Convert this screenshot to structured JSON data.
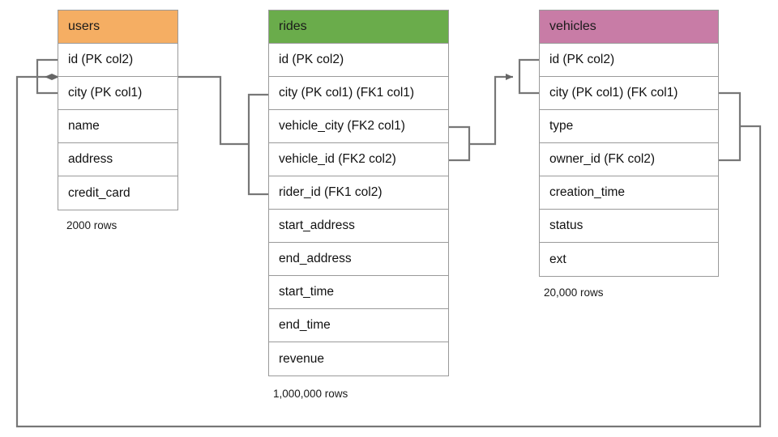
{
  "diagram": {
    "title": "database-schema-er-diagram",
    "type": "entity-relationship-diagram",
    "colors": {
      "users_header": "#F5AE63",
      "rides_header": "#6AAC4B",
      "vehicles_header": "#C87CA6",
      "border": "#9a9a9a",
      "connector": "#777777",
      "background": "#ffffff"
    }
  },
  "tables": [
    {
      "name": "users",
      "header_color": "#F5AE63",
      "row_count_label": "2000 rows",
      "columns": [
        {
          "label": "id (PK col2)"
        },
        {
          "label": "city (PK col1)"
        },
        {
          "label": "name"
        },
        {
          "label": "address"
        },
        {
          "label": "credit_card"
        }
      ]
    },
    {
      "name": "rides",
      "header_color": "#6AAC4B",
      "row_count_label": "1,000,000 rows",
      "columns": [
        {
          "label": "id (PK col2)"
        },
        {
          "label": "city (PK col1) (FK1 col1)"
        },
        {
          "label": "vehicle_city (FK2 col1)"
        },
        {
          "label": "vehicle_id (FK2 col2)"
        },
        {
          "label": "rider_id (FK1 col2)"
        },
        {
          "label": "start_address"
        },
        {
          "label": "end_address"
        },
        {
          "label": "start_time"
        },
        {
          "label": "end_time"
        },
        {
          "label": "revenue"
        }
      ]
    },
    {
      "name": "vehicles",
      "header_color": "#C87CA6",
      "row_count_label": "20,000 rows",
      "columns": [
        {
          "label": "id (PK col2)"
        },
        {
          "label": "city (PK col1) (FK col1)"
        },
        {
          "label": "type"
        },
        {
          "label": "owner_id (FK col2)"
        },
        {
          "label": "creation_time"
        },
        {
          "label": "status"
        },
        {
          "label": "ext"
        }
      ]
    }
  ],
  "relationships": [
    {
      "name": "rides-FK1-to-users",
      "from_table": "rides",
      "from_columns": [
        "city (PK col1) (FK1 col1)",
        "rider_id (FK1 col2)"
      ],
      "to_table": "users",
      "to_columns": [
        "id (PK col2)",
        "city (PK col1)"
      ],
      "arrow_direction": "left"
    },
    {
      "name": "rides-FK2-to-vehicles",
      "from_table": "rides",
      "from_columns": [
        "vehicle_city (FK2 col1)",
        "vehicle_id (FK2 col2)"
      ],
      "to_table": "vehicles",
      "to_columns": [
        "id (PK col2)",
        "city (PK col1) (FK col1)"
      ],
      "arrow_direction": "right"
    },
    {
      "name": "vehicles-FK-to-users",
      "from_table": "vehicles",
      "from_columns": [
        "city (PK col1) (FK col1)",
        "owner_id (FK col2)"
      ],
      "to_table": "users",
      "to_columns": [
        "id (PK col2)",
        "city (PK col1)"
      ],
      "arrow_direction": "left"
    }
  ]
}
